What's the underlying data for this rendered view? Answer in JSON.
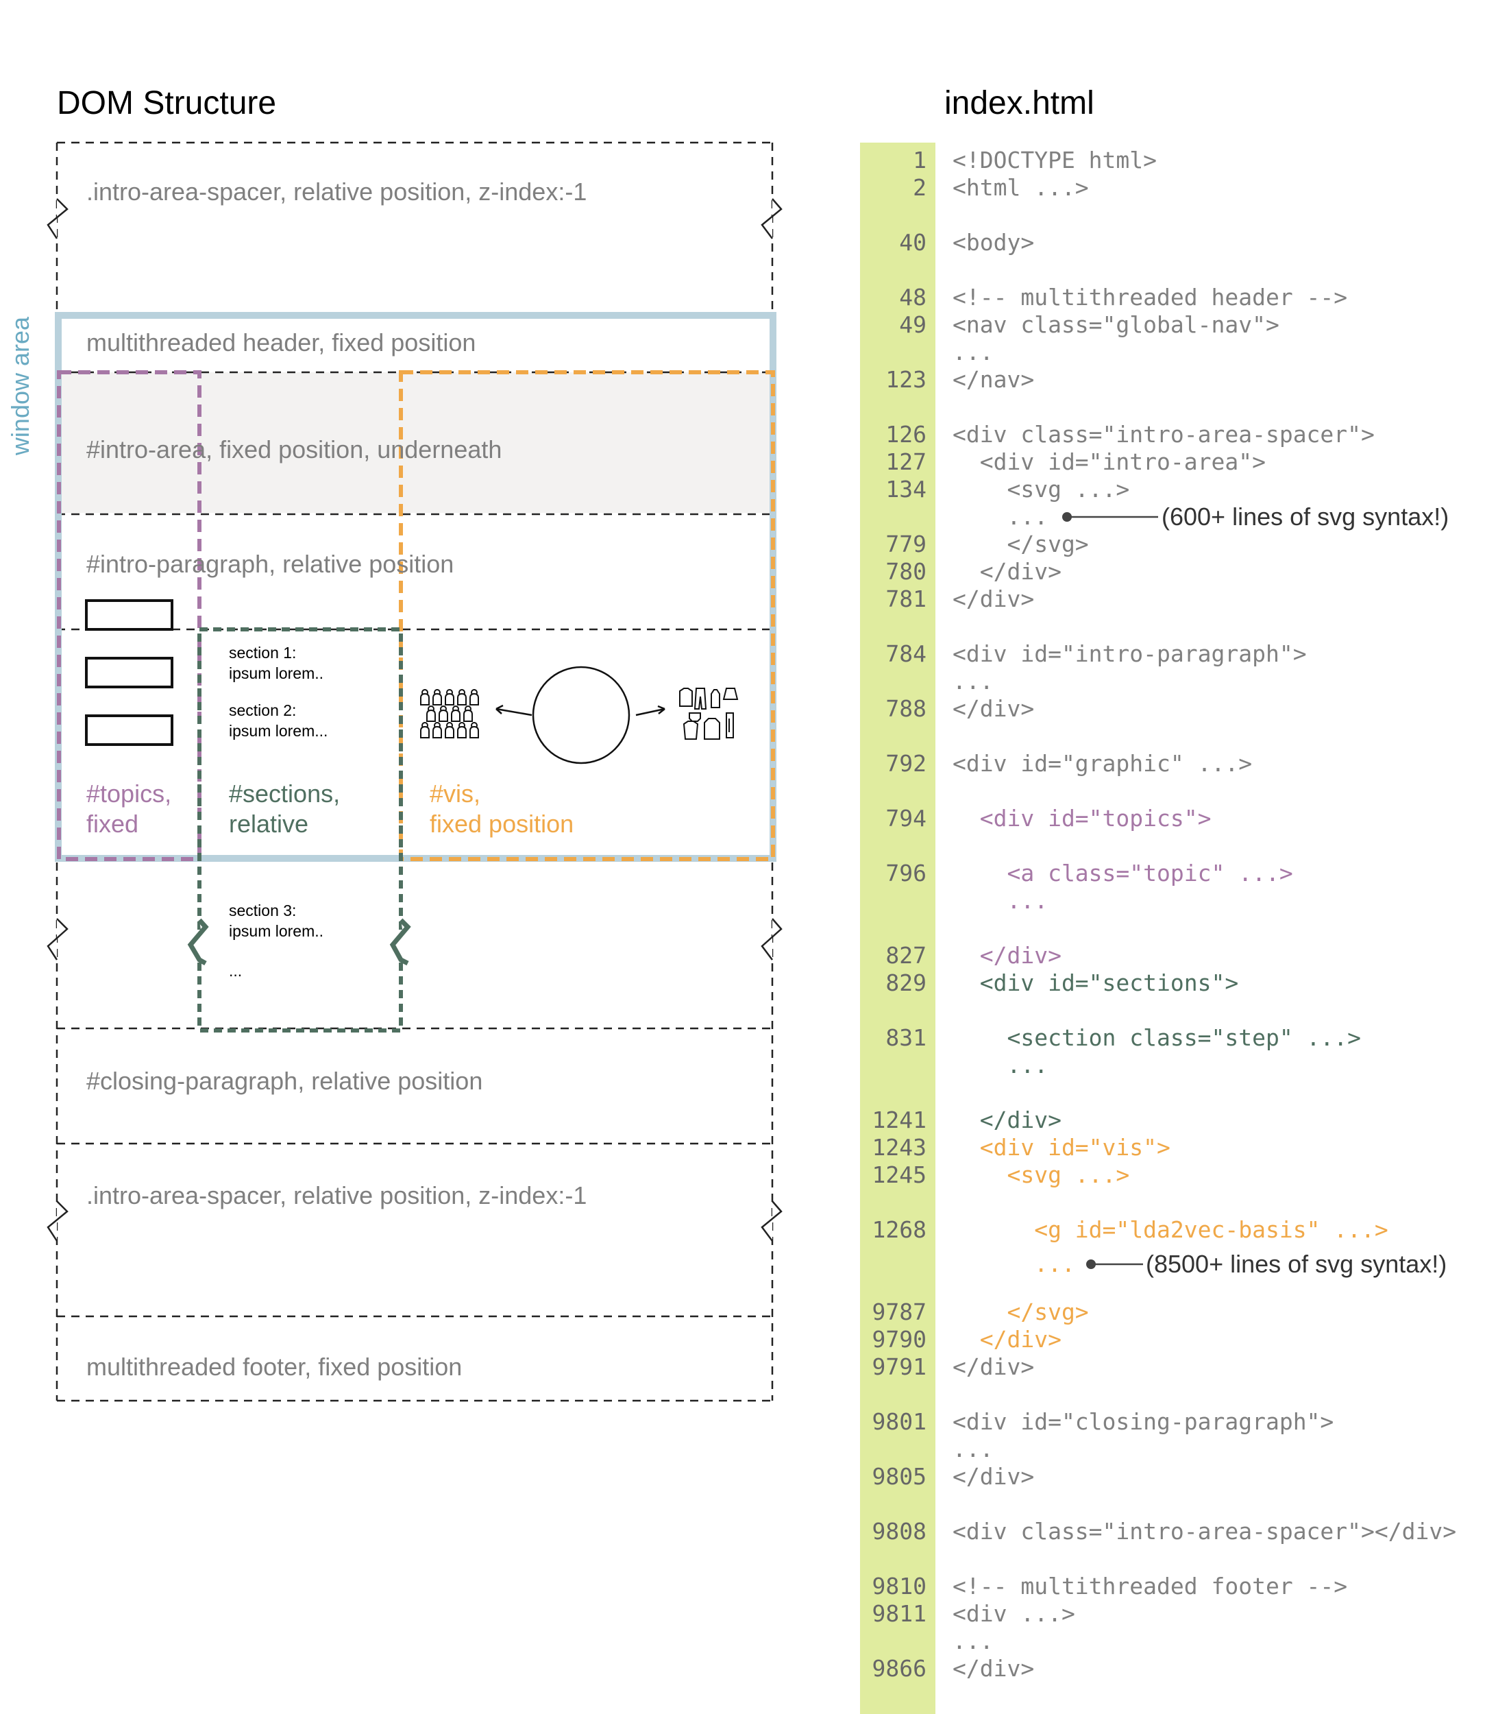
{
  "left_title": "DOM Structure",
  "right_title": "index.html",
  "window_label": "window area",
  "blocks": {
    "spacer_top": ".intro-area-spacer, relative position, z-index:-1",
    "header": "multithreaded header, fixed position",
    "intro_area": "#intro-area, fixed position, underneath",
    "intro_paragraph": "#intro-paragraph, relative position",
    "closing_paragraph": "#closing-paragraph, relative position",
    "spacer_bottom": ".intro-area-spacer, relative position, z-index:-1",
    "footer": "multithreaded footer, fixed position"
  },
  "graphic": {
    "topics_label": [
      "#topics,",
      "fixed"
    ],
    "sections_label": [
      "#sections,",
      "relative"
    ],
    "vis_label": [
      "#vis,",
      "fixed position"
    ],
    "section_texts": [
      [
        "section 1:",
        "ipsum lorem.."
      ],
      [
        "section 2:",
        "ipsum lorem..."
      ],
      [
        "section 3:",
        "ipsum lorem.."
      ]
    ],
    "section_ellipsis": "..."
  },
  "colors": {
    "topics": "#a678a6",
    "sections": "#4f6f60",
    "vis": "#f0a848",
    "window": "#b9d1dc",
    "window_text": "#6aaac2",
    "gutter": "#e0ec9f",
    "intro_fill": "#f3f2f1",
    "code_default": "#808080",
    "label_gray": "#7f7f7f"
  },
  "code_lines": [
    {
      "num": "1",
      "text": "<!DOCTYPE html>",
      "color": "default"
    },
    {
      "num": "2",
      "text": "<html ...>",
      "color": "default"
    },
    {
      "num": "40",
      "text": "<body>",
      "color": "default"
    },
    {
      "num": "48",
      "text": "<!-- multithreaded header -->",
      "color": "default"
    },
    {
      "num": "49",
      "text": "<nav class=\"global-nav\">",
      "color": "default"
    },
    {
      "num": "",
      "text": "...",
      "color": "default"
    },
    {
      "num": "123",
      "text": "</nav>",
      "color": "default"
    },
    {
      "num": "126",
      "text": "<div class=\"intro-area-spacer\">",
      "color": "default"
    },
    {
      "num": "127",
      "text": "  <div id=\"intro-area\">",
      "color": "default"
    },
    {
      "num": "134",
      "text": "    <svg ...>",
      "color": "default"
    },
    {
      "num": "",
      "text": "    ...",
      "color": "default"
    },
    {
      "num": "779",
      "text": "    </svg>",
      "color": "default"
    },
    {
      "num": "780",
      "text": "  </div>",
      "color": "default"
    },
    {
      "num": "781",
      "text": "</div>",
      "color": "default"
    },
    {
      "num": "784",
      "text": "<div id=\"intro-paragraph\">",
      "color": "default"
    },
    {
      "num": "",
      "text": "...",
      "color": "default"
    },
    {
      "num": "788",
      "text": "</div>",
      "color": "default"
    },
    {
      "num": "792",
      "text": "<div id=\"graphic\" ...>",
      "color": "default"
    },
    {
      "num": "794",
      "text": "  <div id=\"topics\">",
      "color": "topics"
    },
    {
      "num": "796",
      "text": "    <a class=\"topic\" ...>",
      "color": "topics"
    },
    {
      "num": "",
      "text": "    ...",
      "color": "topics"
    },
    {
      "num": "827",
      "text": "  </div>",
      "color": "topics"
    },
    {
      "num": "829",
      "text": "  <div id=\"sections\">",
      "color": "sections"
    },
    {
      "num": "831",
      "text": "    <section class=\"step\" ...>",
      "color": "sections"
    },
    {
      "num": "",
      "text": "    ...",
      "color": "sections"
    },
    {
      "num": "1241",
      "text": "  </div>",
      "color": "sections"
    },
    {
      "num": "1243",
      "text": "  <div id=\"vis\">",
      "color": "vis"
    },
    {
      "num": "1245",
      "text": "    <svg ...>",
      "color": "vis"
    },
    {
      "num": "1268",
      "text": "      <g id=\"lda2vec-basis\" ...>",
      "color": "vis"
    },
    {
      "num": "",
      "text": "      ...",
      "color": "vis"
    },
    {
      "num": "9787",
      "text": "    </svg>",
      "color": "vis"
    },
    {
      "num": "9790",
      "text": "  </div>",
      "color": "vis"
    },
    {
      "num": "9791",
      "text": "</div>",
      "color": "default"
    },
    {
      "num": "9801",
      "text": "<div id=\"closing-paragraph\">",
      "color": "default"
    },
    {
      "num": "",
      "text": "...",
      "color": "default"
    },
    {
      "num": "9805",
      "text": "</div>",
      "color": "default"
    },
    {
      "num": "9808",
      "text": "<div class=\"intro-area-spacer\"></div>",
      "color": "default"
    },
    {
      "num": "9810",
      "text": "<!-- multithreaded footer -->",
      "color": "default"
    },
    {
      "num": "9811",
      "text": "<div ...>",
      "color": "default"
    },
    {
      "num": "",
      "text": "...",
      "color": "default"
    },
    {
      "num": "9866",
      "text": "</div>",
      "color": "default"
    }
  ],
  "annotations": [
    {
      "text": "(600+ lines of svg syntax!)",
      "line": 10
    },
    {
      "text": "(8500+ lines of svg syntax!)",
      "line": 29
    }
  ]
}
